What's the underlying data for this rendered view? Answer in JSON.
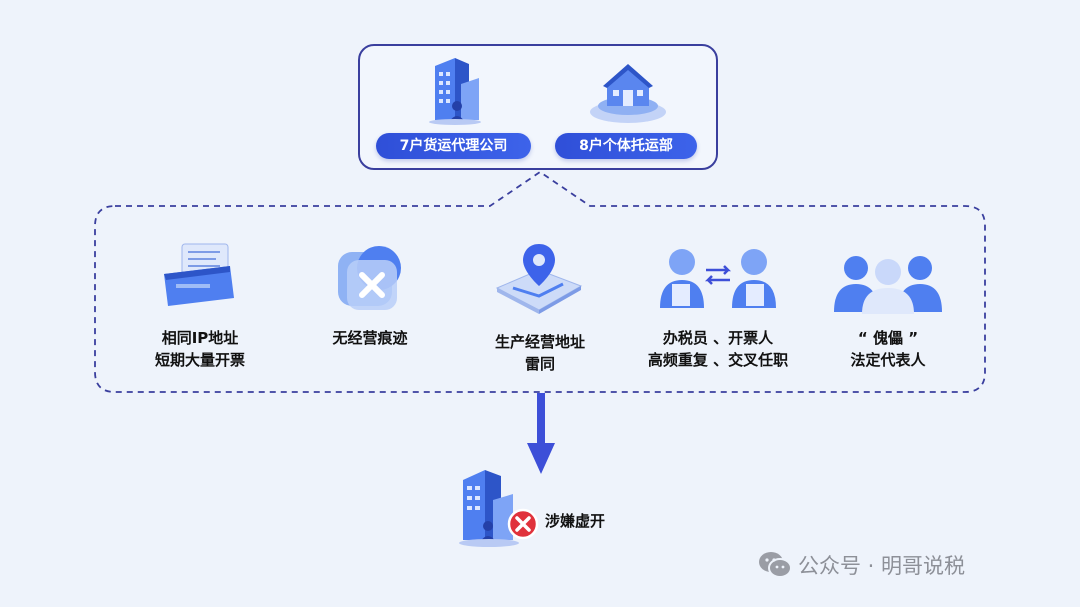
{
  "top": {
    "pill_a": "7户货运代理公司",
    "pill_b": "8户个体托运部"
  },
  "features": [
    {
      "line1": "相同IP地址",
      "line2": "短期大量开票",
      "icon": "invoice-printer-icon"
    },
    {
      "line1": "无经营痕迹",
      "line2": "",
      "icon": "x-mark-icon"
    },
    {
      "line1": "生产经营地址",
      "line2": "雷同",
      "icon": "location-map-icon"
    },
    {
      "line1": "办税员 、开票人",
      "line2": "高频重复 、交叉任职",
      "icon": "people-swap-icon"
    },
    {
      "line1": "“ 傀儡 ”",
      "line2": "法定代表人",
      "icon": "group-people-icon"
    }
  ],
  "result": {
    "label": "涉嫌虚开"
  },
  "watermark": {
    "text": "公众号 · 明哥说税"
  },
  "colors": {
    "primary": "#3a3f9e",
    "accent": "#3d5ce6",
    "danger": "#e0323c"
  }
}
